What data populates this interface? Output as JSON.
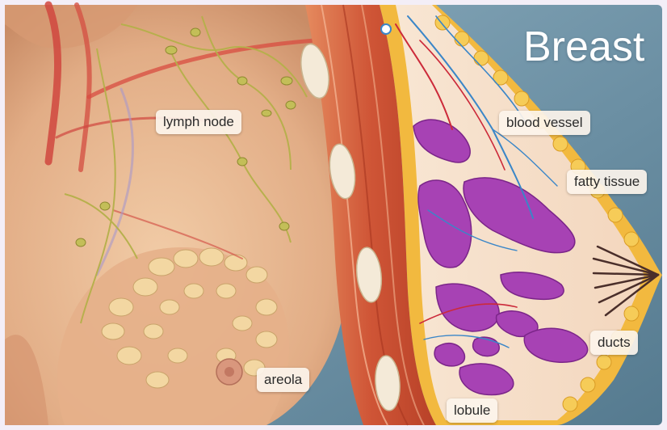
{
  "title": "Breast",
  "labels": {
    "lymph_node": "lymph node",
    "blood_vessel": "blood vessel",
    "fatty_tissue": "fatty tissue",
    "ducts": "ducts",
    "areola": "areola",
    "lobule": "lobule"
  },
  "colors": {
    "background": "#6e93a8",
    "frame": "#efeaf5",
    "skin": "#e9b993",
    "muscle": "#d75c3c",
    "fat": "#f2c24a",
    "lobule": "#a23fb0",
    "vessel_red": "#cc2a3a",
    "vessel_blue": "#3a86c8",
    "lymph": "#b9b64c"
  }
}
